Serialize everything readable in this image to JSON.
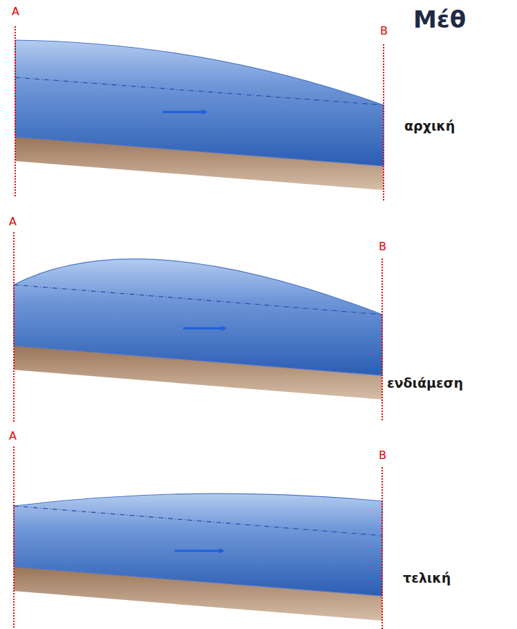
{
  "diagram": {
    "title": "Μέθ",
    "labels": [
      "A",
      "B",
      "αρχική",
      "A",
      "B",
      "ενδιάμεση",
      "A",
      "B",
      "τελική"
    ]
  }
}
